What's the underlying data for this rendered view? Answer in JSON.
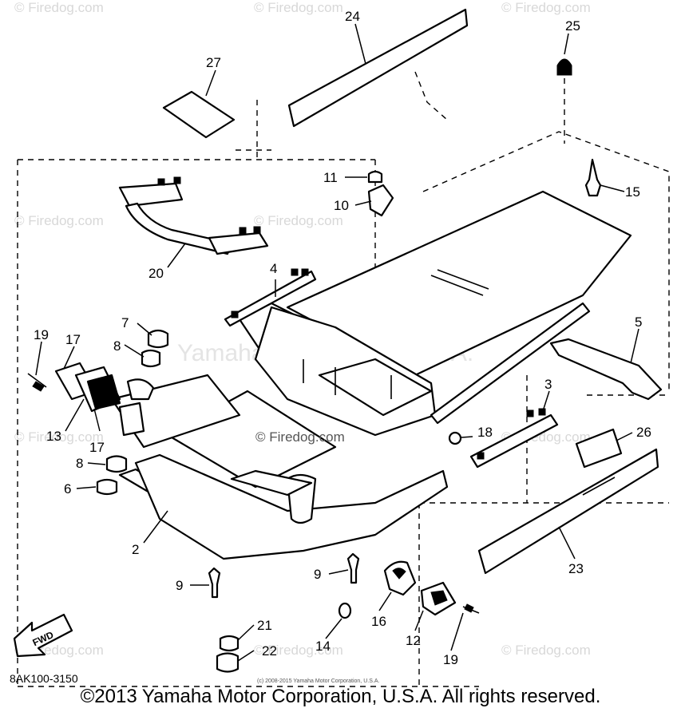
{
  "watermarks": {
    "site": "© Firedog.com",
    "center": "Yamaha Motor Corp, U.S.A.",
    "small": "(c) 2008-2015 Yamaha Motor Corporation, U.S.A."
  },
  "diagram_code": "8AK100-3150",
  "fwd_label": "FWD",
  "copyright": "©2013 Yamaha Motor Corporation, U.S.A. All rights reserved.",
  "callouts": {
    "c1": "24",
    "c2": "25",
    "c3": "27",
    "c4": "11",
    "c5": "10",
    "c6": "15",
    "c7": "20",
    "c8": "4",
    "c9": "7",
    "c10": "8",
    "c11": "19",
    "c12": "17",
    "c13": "5",
    "c14": "13",
    "c15": "17",
    "c16": "3",
    "c17": "18",
    "c18": "26",
    "c19": "8",
    "c20": "6",
    "c21": "2",
    "c22": "23",
    "c23": "9",
    "c24": "9",
    "c25": "16",
    "c26": "12",
    "c27": "21",
    "c28": "14",
    "c29": "22",
    "c30": "19"
  }
}
